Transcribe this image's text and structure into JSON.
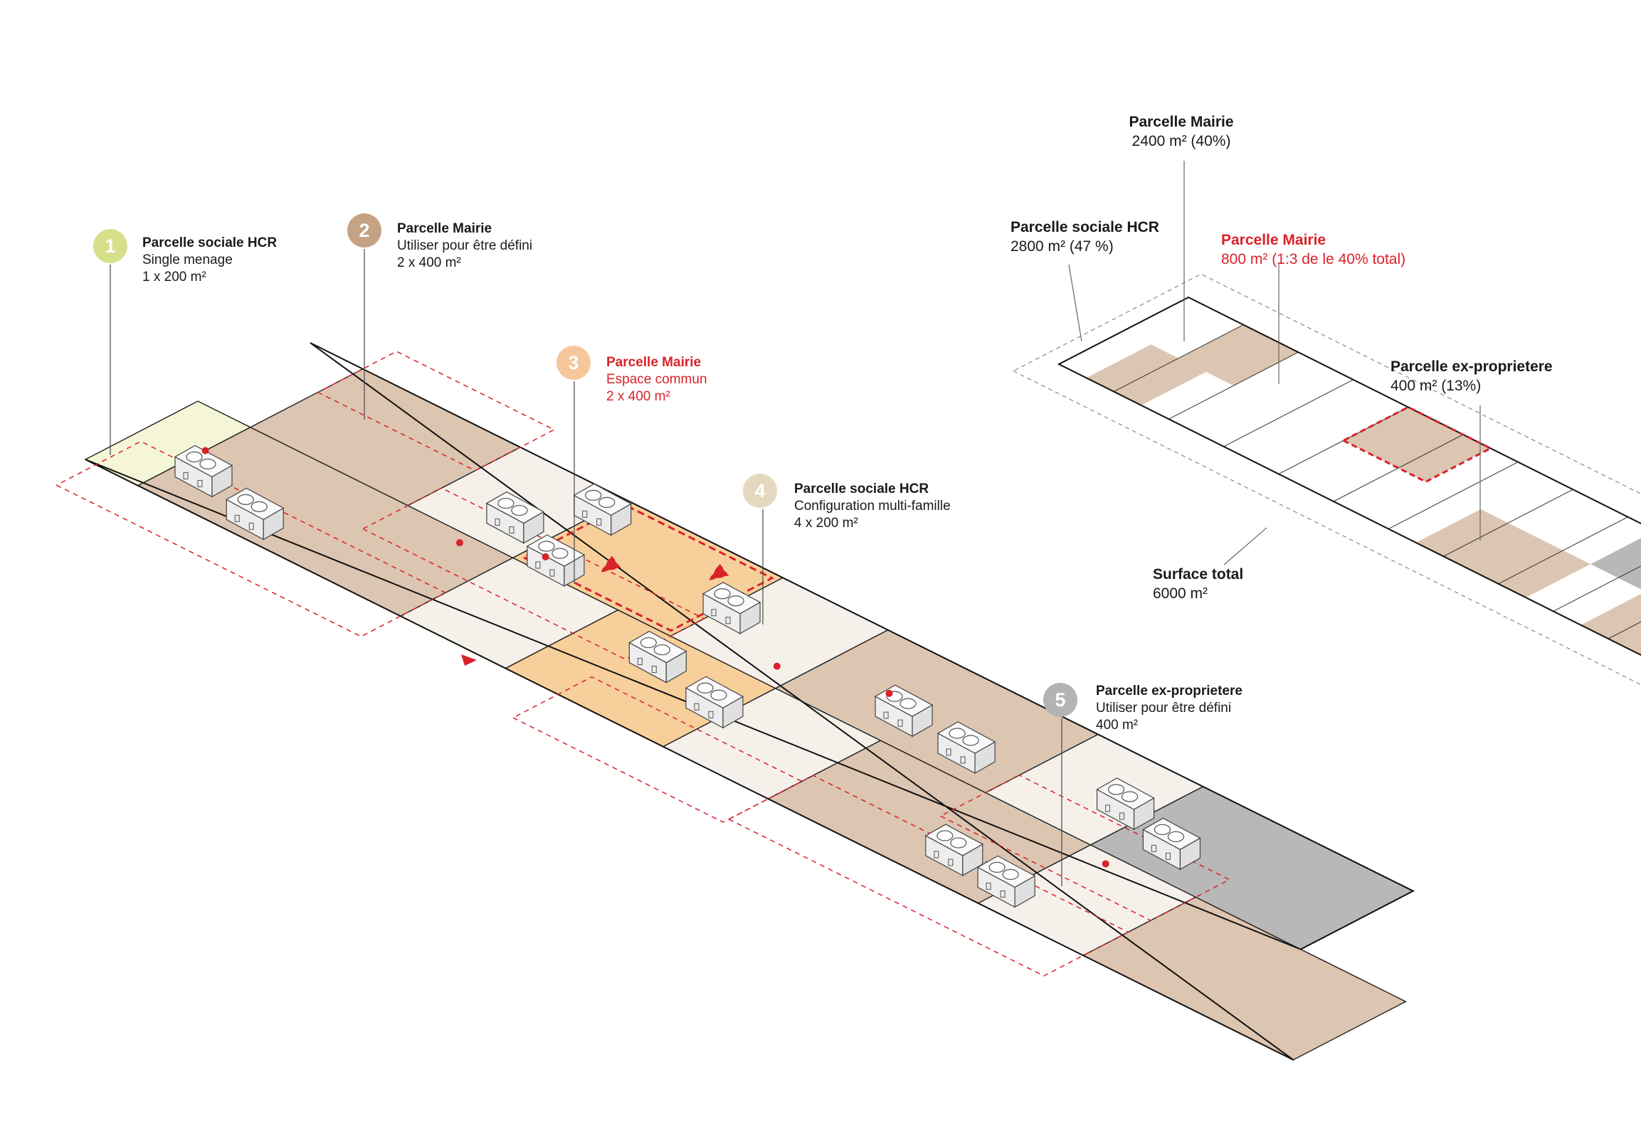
{
  "colors": {
    "green": "#f4f6d6",
    "brown": "#dcc5b1",
    "cream": "#f5f1ea",
    "orange": "#f7cf9b",
    "grey": "#b8b8b8",
    "red": "#d8232a",
    "badge_green": "#d6e08a",
    "badge_brown": "#c4a384",
    "badge_orange": "#f5c79b",
    "badge_beige": "#e6d8bf",
    "badge_grey": "#b3b3b3"
  },
  "callouts": [
    {
      "number": "1",
      "title": "Parcelle sociale HCR",
      "lines": [
        "Single menage",
        "1 x 200 m²"
      ]
    },
    {
      "number": "2",
      "title": "Parcelle Mairie",
      "lines": [
        "Utiliser pour être défini",
        "2 x 400 m²"
      ]
    },
    {
      "number": "3",
      "title": "Parcelle Mairie",
      "lines": [
        "Espace commun",
        "2 x 400 m²"
      ]
    },
    {
      "number": "4",
      "title": "Parcelle sociale HCR",
      "lines": [
        "Configuration multi-famille",
        "4 x 200 m²"
      ]
    },
    {
      "number": "5",
      "title": "Parcelle ex-proprietere",
      "lines": [
        "Utiliser pour être défini",
        "400 m²"
      ]
    }
  ],
  "summary": {
    "mairie": {
      "title": "Parcelle Mairie",
      "value": "2400 m² (40%)"
    },
    "sociale": {
      "title": "Parcelle sociale HCR",
      "value": "2800 m² (47 %)"
    },
    "mairie_red": {
      "title": "Parcelle Mairie",
      "value": "800 m² (1:3 de le 40% total)"
    },
    "ex": {
      "title": "Parcelle ex-proprietere",
      "value": "400 m² (13%)"
    },
    "total": {
      "title": "Surface total",
      "value": "6000 m²"
    }
  }
}
